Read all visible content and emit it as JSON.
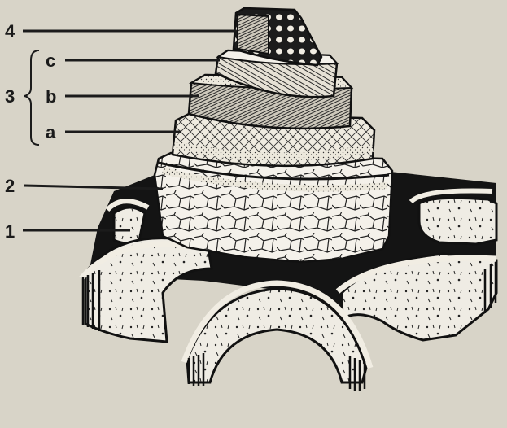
{
  "diagram": {
    "labels": [
      {
        "id": "4",
        "text": "4"
      },
      {
        "id": "3",
        "text": "3"
      },
      {
        "id": "3c",
        "text": "c"
      },
      {
        "id": "3b",
        "text": "b"
      },
      {
        "id": "3a",
        "text": "a"
      },
      {
        "id": "2",
        "text": "2"
      },
      {
        "id": "1",
        "text": "1"
      }
    ]
  },
  "colors": {
    "background": "#d8d4c8",
    "ink": "#1b1b1b",
    "paper": "#f4f1ea"
  }
}
